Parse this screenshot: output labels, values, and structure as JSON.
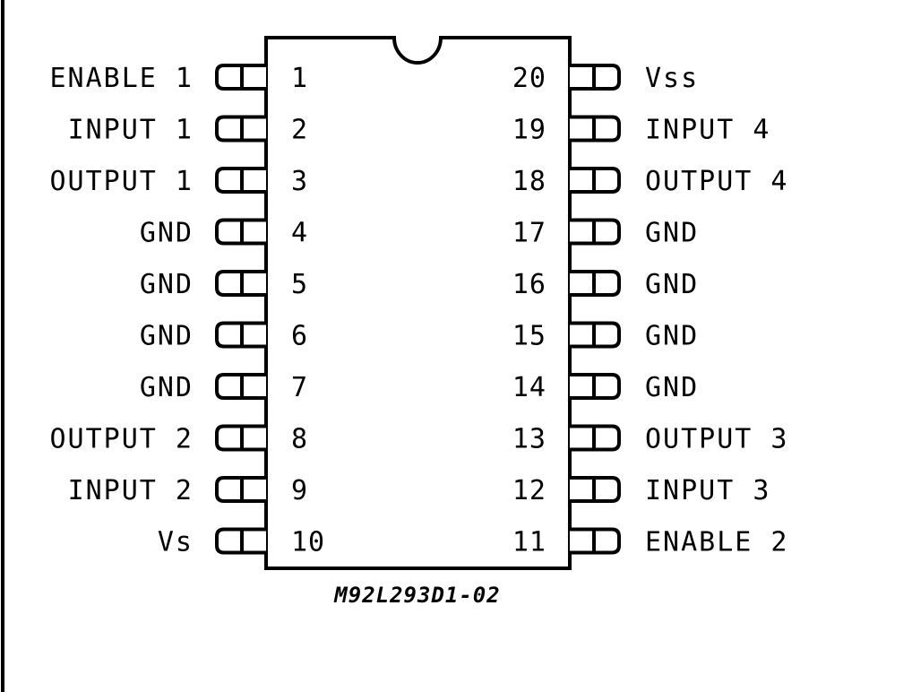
{
  "package": {
    "part_code": "M92L293D1-02",
    "left_pins": [
      {
        "number": "1",
        "label": "ENABLE 1"
      },
      {
        "number": "2",
        "label": "INPUT 1"
      },
      {
        "number": "3",
        "label": "OUTPUT 1"
      },
      {
        "number": "4",
        "label": "GND"
      },
      {
        "number": "5",
        "label": "GND"
      },
      {
        "number": "6",
        "label": "GND"
      },
      {
        "number": "7",
        "label": "GND"
      },
      {
        "number": "8",
        "label": "OUTPUT 2"
      },
      {
        "number": "9",
        "label": "INPUT 2"
      },
      {
        "number": "10",
        "label": "Vs"
      }
    ],
    "right_pins": [
      {
        "number": "20",
        "label": "Vss"
      },
      {
        "number": "19",
        "label": "INPUT 4"
      },
      {
        "number": "18",
        "label": "OUTPUT 4"
      },
      {
        "number": "17",
        "label": "GND"
      },
      {
        "number": "16",
        "label": "GND"
      },
      {
        "number": "15",
        "label": "GND"
      },
      {
        "number": "14",
        "label": "GND"
      },
      {
        "number": "13",
        "label": "OUTPUT 3"
      },
      {
        "number": "12",
        "label": "INPUT 3"
      },
      {
        "number": "11",
        "label": "ENABLE 2"
      }
    ]
  }
}
